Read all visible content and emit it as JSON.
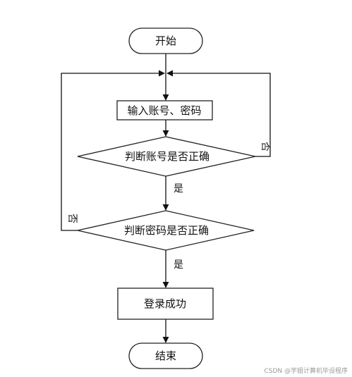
{
  "flowchart": {
    "start": "开始",
    "input": "输入账号、密码",
    "check_account": "判断账号是否正确",
    "check_password": "判断密码是否正确",
    "yes1": "是",
    "yes2": "是",
    "no1": "否",
    "no2": "否",
    "success": "登录成功",
    "end": "结束"
  },
  "watermark": "CSDN @学姐计算机毕设程序"
}
